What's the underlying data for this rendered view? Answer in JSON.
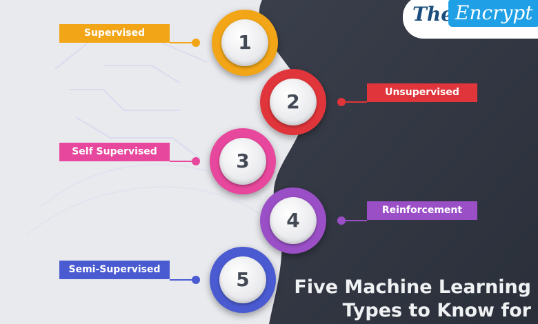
{
  "logo": {
    "part1": "The",
    "part2": "Encrypt"
  },
  "title": {
    "line1": "Five Machine Learning",
    "line2": "Types to Know for"
  },
  "steps": [
    {
      "number": "1",
      "label": "Supervised",
      "color": "#f2a516"
    },
    {
      "number": "2",
      "label": "Unsupervised",
      "color": "#e0353a"
    },
    {
      "number": "3",
      "label": "Self Supervised",
      "color": "#e7479c"
    },
    {
      "number": "4",
      "label": "Reinforcement",
      "color": "#9a4fc6"
    },
    {
      "number": "5",
      "label": "Semi-Supervised",
      "color": "#4a5bd2"
    }
  ],
  "colors": {
    "dark_bg": "#2e3440",
    "light_bg": "#e9eaee"
  }
}
